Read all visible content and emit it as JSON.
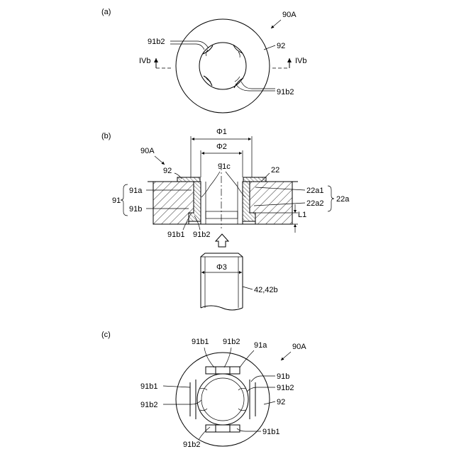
{
  "panels": {
    "a": {
      "label": "(a)",
      "assembly": "90A",
      "callouts": {
        "ring": "92",
        "tab_top_left": "91b2",
        "tab_bottom_right": "91b2"
      },
      "section_marks": {
        "left": "IVb",
        "right": "IVb"
      }
    },
    "b": {
      "label": "(b)",
      "assembly": "90A",
      "dims": {
        "outer": "Φ1",
        "inner": "Φ2",
        "shaft": "Φ3",
        "length": "L1"
      },
      "callouts": {
        "ring": "92",
        "part": "22",
        "cylinder": "91c",
        "group": "91",
        "upper": "91a",
        "lower": "91b",
        "bottom_left": "91b1",
        "bottom_mid": "91b2",
        "right_upper": "22a1",
        "right_lower": "22a2",
        "right_group": "22a",
        "shaft": "42,42b"
      }
    },
    "c": {
      "label": "(c)",
      "assembly": "90A",
      "callouts": {
        "top_1": "91b1",
        "top_2": "91b2",
        "top_3": "91a",
        "right_1": "91b",
        "right_2": "91b2",
        "ring": "92",
        "left_1": "91b1",
        "left_2": "91b2",
        "bottom_left": "91b2",
        "bottom_right": "91b1"
      }
    }
  }
}
